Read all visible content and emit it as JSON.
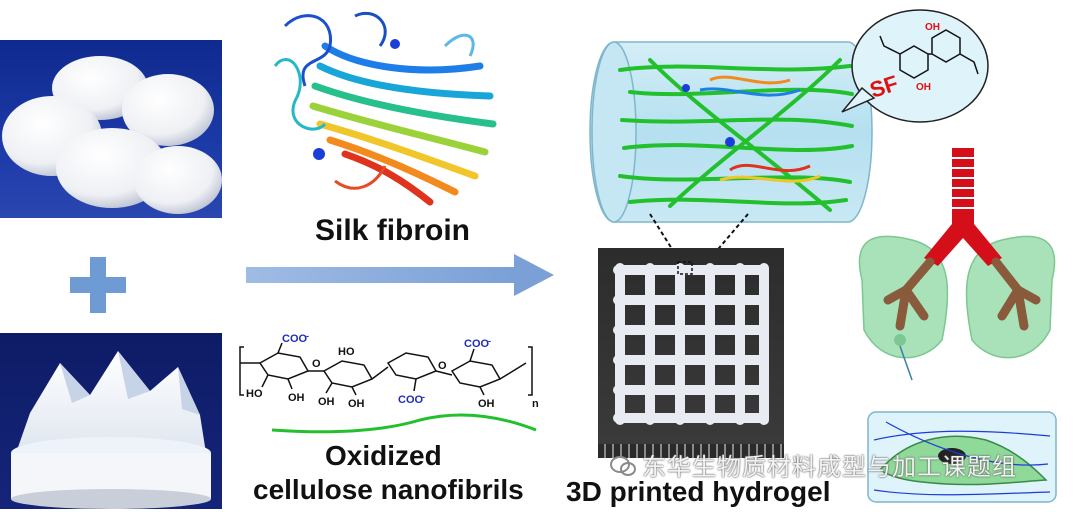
{
  "labels": {
    "silk_fibroin": "Silk fibroin",
    "ocn_line1": "Oxidized",
    "ocn_line2": "cellulose nanofibrils",
    "printed": "3D printed  hydrogel",
    "sf_tag": "SF"
  },
  "chem": {
    "coo_top_left": "COO",
    "coo_top_right": "COO",
    "coo_bottom": "COO",
    "charge": "-",
    "ho_left": "HO",
    "ho_mid": "HO",
    "oh_left": "OH",
    "oh_mid1": "OH",
    "oh_mid2": "OH",
    "oh_right": "OH",
    "ring_o": "O",
    "subscript_n": "n",
    "sf_oh_top": "OH",
    "sf_oh_bottom": "OH"
  },
  "watermark": {
    "text": "东华生物质材料成型与加工课题组"
  },
  "colors": {
    "arrow": "#8fb0dd",
    "plus": "#6f9bd4",
    "fiber": "#22c02c",
    "trachea": "#d40f1a",
    "bronchi": "#8a5a3c",
    "lung": "#a9e2b9",
    "carboxyl": "#1f2db8",
    "sf_text": "#e01010"
  }
}
